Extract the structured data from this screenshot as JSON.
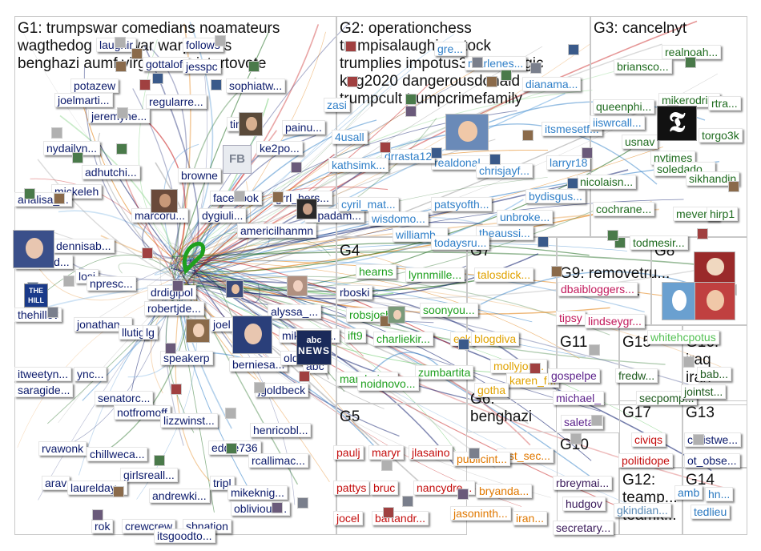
{
  "groups": [
    {
      "id": "G1",
      "title": "G1: trumpswar comedians noamateurs\nwagthedog actofwar warpowers\nbenghazi aumf virginia registertovote"
    },
    {
      "id": "G2",
      "title": "G2: operationchess\ntrumpisalaughingstock\ntrumplies impotus3 liberallogic\nkag2020 dangerousdonald\ntrumpcult trumpcrimefamily"
    },
    {
      "id": "G3",
      "title": "G3: cancelnyt"
    },
    {
      "id": "G4",
      "title": "G4"
    },
    {
      "id": "G7",
      "title": "G7"
    },
    {
      "id": "G9",
      "title": "G9: removetru...\nremovean..."
    },
    {
      "id": "G8",
      "title": "G8"
    },
    {
      "id": "G11",
      "title": "G11"
    },
    {
      "id": "G15",
      "title": "G15"
    },
    {
      "id": "G16",
      "title": "G16:\niraq\niran"
    },
    {
      "id": "G5",
      "title": "G5"
    },
    {
      "id": "G6",
      "title": "G6:\nbenghazi"
    },
    {
      "id": "G10",
      "title": "G10"
    },
    {
      "id": "G17",
      "title": "G17"
    },
    {
      "id": "G13",
      "title": "G13"
    },
    {
      "id": "G12",
      "title": "G12:\nteamp...\nteamk..."
    },
    {
      "id": "G14",
      "title": "G14"
    }
  ],
  "g1_labels": [
    "laughir",
    "follows",
    "gottaloff",
    "potazew",
    "jesspc",
    "sophiatw...",
    "joelmarti...",
    "regularre...",
    "jeremyne...",
    "timm",
    "painu...",
    "nydailyn...",
    "ke2po...",
    "adhutchi...",
    "mickeleh",
    "browne",
    "analisa_...",
    "facebook",
    "grrl_hers...",
    "marcoru...",
    "dygiuli...",
    "repadam...",
    "americilhanmn",
    "dennisab...",
    "sensand...",
    "losi",
    "npresc...",
    "drdigipol",
    "robertjde...",
    "rboski",
    "thehillev",
    "jonathan...",
    "llutig",
    "lg",
    "joel",
    "alyssa_...",
    "mikebloo...",
    "speakerp",
    "berniesa...",
    "oldcr",
    "abc",
    "itweetyn...",
    "ync...",
    "saragide...",
    "senatorc...",
    "jgoldbeck",
    "notfromoff",
    "lizzwinst...",
    "henricobl...",
    "eddie736",
    "rvawonk",
    "chillweca...",
    "rcallimac...",
    "arav",
    "girlsreall...",
    "laurelday...",
    "tripl",
    "mikeknig...",
    "andrewki...",
    "oblivious...",
    "rok",
    "crewcrew",
    "sbnation",
    "itsgoodto..."
  ],
  "g2_labels": [
    "zasi",
    "realdonal...",
    "4usall",
    "drrasta12",
    "kathsimk...",
    "chrisjayf...",
    "larryr18",
    "bydisgus...",
    "cyril_mat...",
    "patsyofth...",
    "wisdomo...",
    "unbroke...",
    "williamb...",
    "theaussi...",
    "todaysru...",
    "marlenes...",
    "dianama...",
    "itsmesetf...",
    "iiswrcall...",
    "gre..."
  ],
  "g3_labels": [
    "realnoah...",
    "briansco...",
    "mikerodri...",
    "queenphi...",
    "rtra...",
    "torgo3k",
    "nytimes",
    "usnav",
    "soledado...",
    "sikhandin",
    "nicolaisn...",
    "cochrane...",
    "mever...",
    "hirp1",
    "todmesir..."
  ],
  "g4_labels": [
    "hearns",
    "lynnmille...",
    "robsjosh",
    "soonyou...",
    "ift9",
    "charliekir...",
    "marshajo...",
    "zumbartita",
    "noidnovo..."
  ],
  "g7_labels": [
    "talosdick...",
    "eck",
    "blogdiva",
    "mollyjon...",
    "karen_f...",
    "gotha"
  ],
  "g9_labels": [
    "dbaibloggers...",
    "tipsy",
    "lindseygr..."
  ],
  "g8_labels": [
    "whitehcpotus"
  ],
  "g11_labels": [
    "gospelpe",
    "michael_",
    "saletan"
  ],
  "g15_labels": [
    "fredw...",
    "secpomp..."
  ],
  "g16_labels": [
    "bab...",
    "jointst..."
  ],
  "g5_labels": [
    "paulj",
    "maryr",
    "jlasaino",
    "pattys",
    "bruc",
    "nancydre...",
    "jocel",
    "bartandr..."
  ],
  "g6_labels": [
    "just_sec...",
    "publicint...",
    "bryanda...",
    "jasoninth...",
    "iran..."
  ],
  "g10_labels": [
    "rbreymai...",
    "hudgov",
    "secretary..."
  ],
  "g17_labels": [
    "civiqs",
    "politidope"
  ],
  "g13_labels": [
    "christwe...",
    "ot_obse..."
  ],
  "g12_labels": [
    "gkindian..."
  ],
  "g14_labels": [
    "amb",
    "hn...",
    "tedlieu"
  ],
  "colors": {
    "g1": "#0b1a6b",
    "g2": "#2f7fc8",
    "g3": "#1e6b1e",
    "g4": "#1fa01f",
    "g7": "#e0a200",
    "g9": "#c2185b",
    "g8": "#56c256",
    "g11": "#5a1f8a",
    "g15": "#1e5a1e",
    "g16": "#1e5a1e",
    "g5": "#c40e0e",
    "g6": "#e07800",
    "g10": "#3a1a5a",
    "g17": "#c40e0e",
    "g13": "#0b1a6b",
    "g12": "#5a8ab5",
    "g14": "#2a78c0"
  },
  "icons": {
    "fb": "FB",
    "abc_line1": "abc",
    "abc_line2": "NEWS",
    "hill_line1": "THE",
    "hill_line2": "HILL"
  }
}
